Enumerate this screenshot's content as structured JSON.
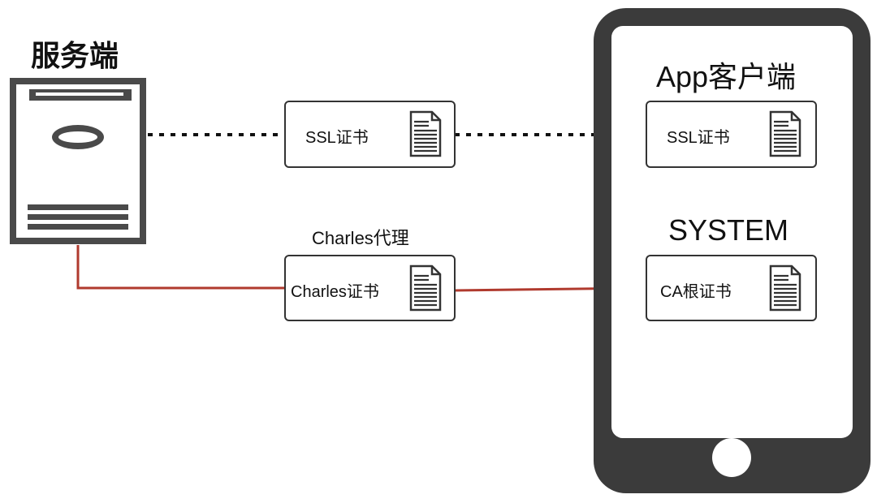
{
  "server": {
    "title": "服务端"
  },
  "proxy": {
    "label": "Charles代理",
    "certificate": "Charles证书"
  },
  "transit_ssl_certificate": "SSL证书",
  "phone": {
    "app_section": {
      "title": "App客户端",
      "certificate": "SSL证书"
    },
    "system_section": {
      "title": "SYSTEM",
      "certificate": "CA根证书"
    }
  },
  "colors": {
    "dotted_line": "#111111",
    "proxy_line": "#b03a2e",
    "server_body": "#4a4a4a",
    "phone_body": "#3b3b3b"
  },
  "icons": [
    "document-icon",
    "server-icon",
    "home-button-icon"
  ]
}
